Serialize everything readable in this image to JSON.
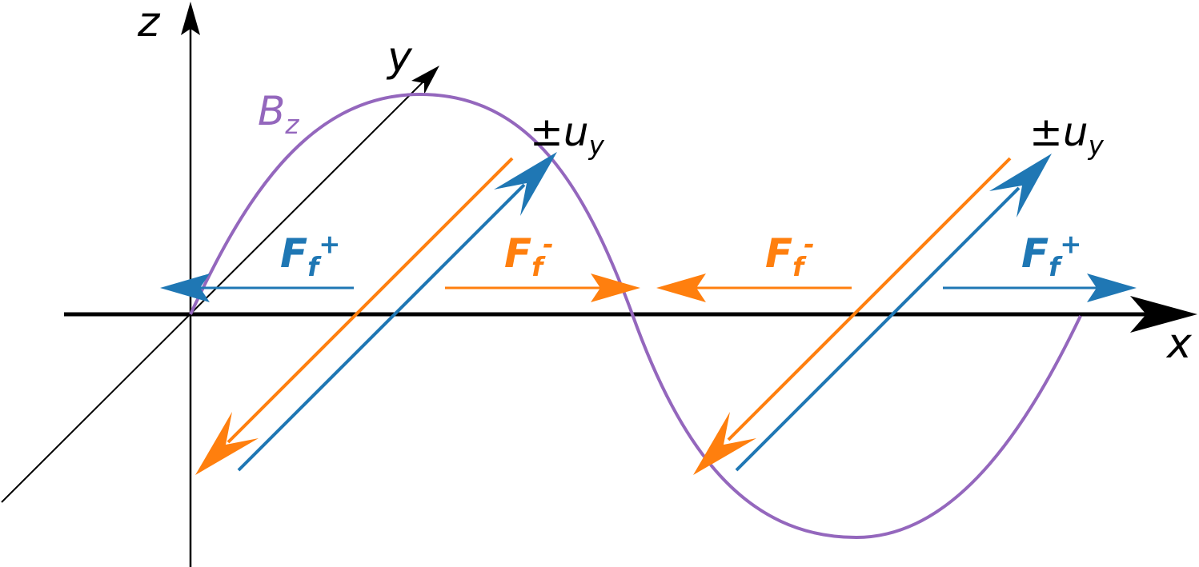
{
  "axes": {
    "x_label": "x",
    "y_label": "y",
    "z_label": "z"
  },
  "field": {
    "label_main": "B",
    "label_sub": "z",
    "color": "#9467bd"
  },
  "velocity_labels": [
    {
      "pm": "±",
      "main": "u",
      "sub": "y"
    },
    {
      "pm": "±",
      "main": "u",
      "sub": "y"
    }
  ],
  "forces": [
    {
      "main": "F",
      "sub": "f",
      "sup": "+",
      "color": "#1f77b4"
    },
    {
      "main": "F",
      "sub": "f",
      "sup": "-",
      "color": "#ff7f0e"
    },
    {
      "main": "F",
      "sub": "f",
      "sup": "-",
      "color": "#ff7f0e"
    },
    {
      "main": "F",
      "sub": "f",
      "sup": "+",
      "color": "#1f77b4"
    }
  ],
  "colors": {
    "positive": "#1f77b4",
    "negative": "#ff7f0e",
    "field": "#9467bd",
    "axes": "#000000"
  }
}
